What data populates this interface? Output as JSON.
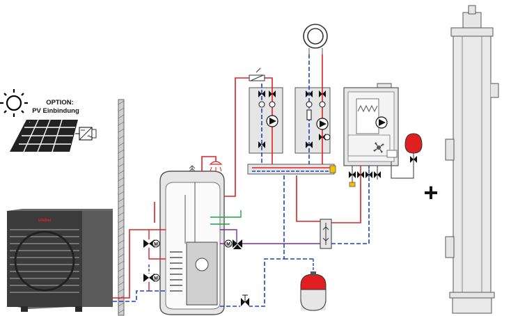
{
  "option": {
    "title": "OPTION:",
    "subtitle": "PV Einbindung"
  },
  "heat_pump": {
    "brand": "stiebel"
  },
  "symbols": {
    "plus": "+",
    "motor": "M"
  },
  "colors": {
    "supply": "#e02020",
    "return": "#1f3fc8",
    "mix": "#7a2ea0",
    "solar": "#1aa34a",
    "equipment": "#e6e6e6",
    "outline": "#555555"
  },
  "icons": [
    "sun-icon",
    "solar-panel-icon",
    "inverter-icon",
    "heat-pump-icon",
    "buffer-tank-icon",
    "expansion-vessel-icon",
    "pump-icon",
    "valve-icon",
    "motor-valve-icon",
    "gas-boiler-icon",
    "room-thermostat-icon",
    "chimney-icon",
    "shower-icon"
  ]
}
